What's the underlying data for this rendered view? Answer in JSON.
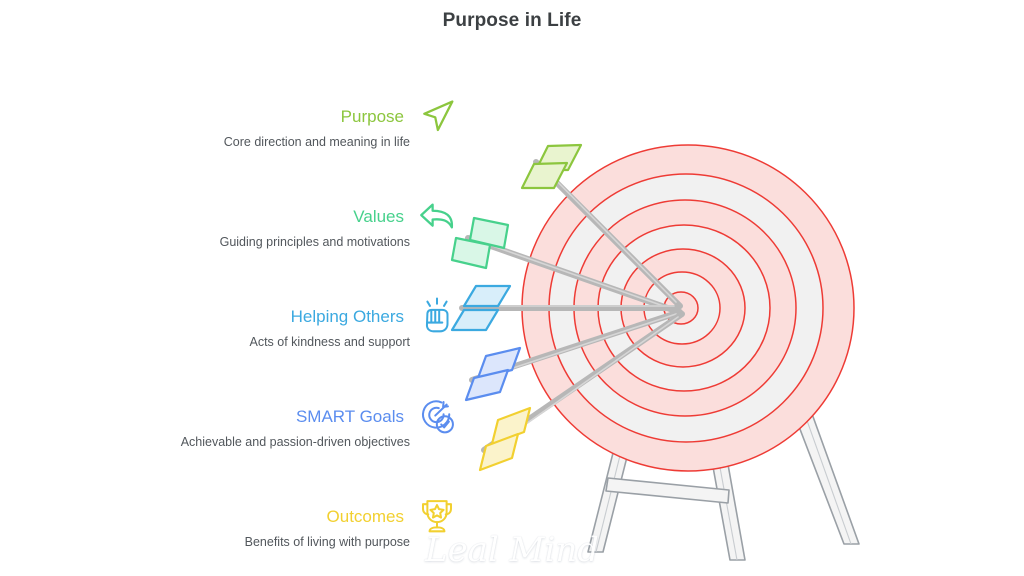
{
  "page": {
    "title": "Purpose in Life",
    "background_color": "#ffffff",
    "title_color": "#3c4043"
  },
  "watermark": {
    "text": "Leal Mind"
  },
  "list": {
    "items": [
      {
        "label": "Purpose",
        "description": "Core direction and meaning in life",
        "color": "#8CC63E",
        "icon": "send-plane-icon"
      },
      {
        "label": "Values",
        "description": "Guiding principles and motivations",
        "color": "#47D18C",
        "icon": "curved-back-arrow-icon"
      },
      {
        "label": "Helping Others",
        "description": "Acts of kindness and support",
        "color": "#3BA9E0",
        "icon": "raised-fist-icon"
      },
      {
        "label": "SMART Goals",
        "description": "Achievable and passion-driven objectives",
        "color": "#5B8DEF",
        "icon": "target-arrow-check-icon"
      },
      {
        "label": "Outcomes",
        "description": "Benefits of living with purpose",
        "color": "#F2D030",
        "icon": "trophy-star-icon"
      }
    ]
  },
  "artwork": {
    "name": "archery-target-with-five-arrows",
    "target_ring_fill_outer": "#FBDEDC",
    "target_ring_fill_inner": "#F1F1F1",
    "target_ring_stroke": "#EE3B35",
    "stand_fill": "#F4F4F4",
    "stand_stroke": "#9AA0A6",
    "arrow_shaft_color": "#B7B7B7",
    "arrows": [
      {
        "fletching_color": "#8CC63E",
        "fletching_fill": "#E9F4CF",
        "for": "Purpose"
      },
      {
        "fletching_color": "#47D18C",
        "fletching_fill": "#D9F7E7",
        "for": "Values"
      },
      {
        "fletching_color": "#3BA9E0",
        "fletching_fill": "#D8EEFA",
        "for": "Helping Others"
      },
      {
        "fletching_color": "#5B8DEF",
        "fletching_fill": "#DCE6FC",
        "for": "SMART Goals"
      },
      {
        "fletching_color": "#F2D030",
        "fletching_fill": "#FBF3CB",
        "for": "Outcomes"
      }
    ]
  }
}
